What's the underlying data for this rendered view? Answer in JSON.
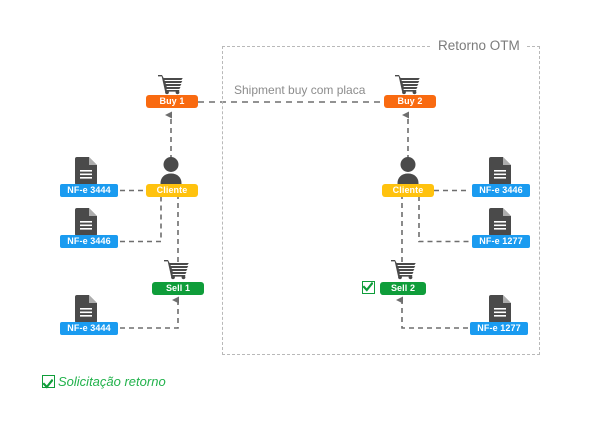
{
  "diagram": {
    "title_region": "Retorno OTM",
    "flow_label": "Shipment buy com placa",
    "colors": {
      "buy": "#f96a10",
      "client": "#ffc20e",
      "sell": "#0f9d3a",
      "nfe": "#1a9bf0",
      "region_border": "#b9b9b9",
      "region_label_text": "#7b7b7b",
      "flow_label_text": "#8c8c8c",
      "connector": "#6e6e6e",
      "icon": "#4a4a4a",
      "legend_text": "#22b24c"
    },
    "left_flow": {
      "buy": "Buy 1",
      "client": "Cliente",
      "sell": "Sell 1",
      "nfe_client_top": "NF-e 3444",
      "nfe_client_bottom": "NF-e 3446",
      "nfe_sell": "NF-e 3444"
    },
    "right_flow": {
      "buy": "Buy 2",
      "client": "Cliente",
      "sell": "Sell 2",
      "nfe_client_top": "NF-e 3446",
      "nfe_client_bottom": "NF-e 1277",
      "nfe_sell": "NF-e 1277"
    },
    "legend": {
      "label": "Solicitação retorno"
    },
    "icons": {
      "cart": "shopping-cart-icon",
      "person": "person-icon",
      "document": "document-icon",
      "check": "check-icon"
    }
  }
}
